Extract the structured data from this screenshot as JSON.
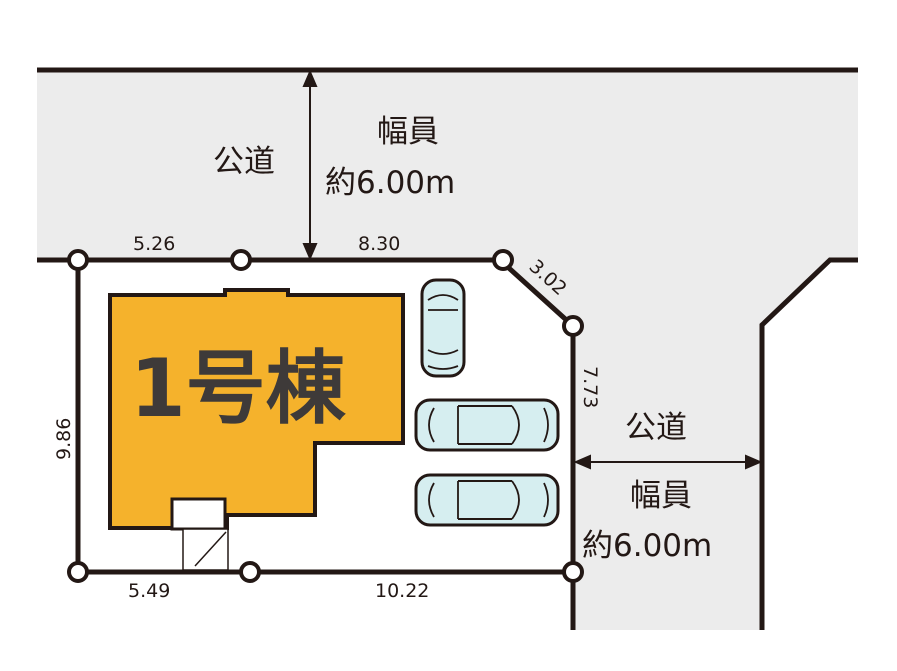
{
  "colors": {
    "road": "#ececec",
    "building": "#f5b22c",
    "car": "#d6eef0",
    "line": "#231815",
    "building_text": "#3e3a39"
  },
  "building": {
    "label": "1号棟"
  },
  "roads": {
    "north": {
      "type": "公道",
      "width_label": "幅員",
      "width_value": "約6.00m"
    },
    "east": {
      "type": "公道",
      "width_label": "幅員",
      "width_value": "約6.00m"
    }
  },
  "dimensions": {
    "top_left": "5.26",
    "top_right": "8.30",
    "corner": "3.02",
    "right": "7.73",
    "left": "9.86",
    "bottom_left": "5.49",
    "bottom_right": "10.22"
  },
  "parking": {
    "cars": 3
  }
}
